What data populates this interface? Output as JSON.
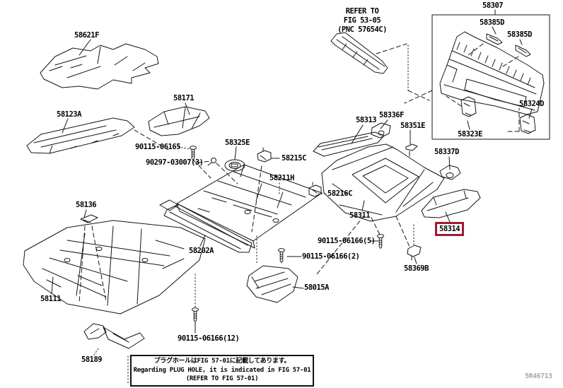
{
  "diagram": {
    "title": "floor-pan-and-lower-back-panel-parts-diagram",
    "ink_color": "#151515",
    "highlight_color": "#9e1b32",
    "doc_code": "5R46713",
    "refer_note": {
      "line1": "REFER TO",
      "line2": "FIG 53-05",
      "line3": "(PNC 57654C)"
    },
    "note_box": {
      "line_jp": "プラグホールはFIG 57-01に記載してあります。",
      "line_en": "Regarding PLUG HOLE, it is indicated in FIG 57-01",
      "line_ref": "(REFER TO FIG 57-01)"
    },
    "labels": [
      {
        "text": "58621F"
      },
      {
        "text": "58123A"
      },
      {
        "text": "58171"
      },
      {
        "text": "90115-06165"
      },
      {
        "text": "90297-03007(3)"
      },
      {
        "text": "58325E"
      },
      {
        "text": "58215C"
      },
      {
        "text": "58211H"
      },
      {
        "text": "58136"
      },
      {
        "text": "58202A"
      },
      {
        "text": "58216C"
      },
      {
        "text": "58311"
      },
      {
        "text": "58313"
      },
      {
        "text": "58336F"
      },
      {
        "text": "58351E"
      },
      {
        "text": "58307"
      },
      {
        "text": "58385D"
      },
      {
        "text": "58385D"
      },
      {
        "text": "58324D"
      },
      {
        "text": "58323E"
      },
      {
        "text": "58337D"
      },
      {
        "text": "58314"
      },
      {
        "text": "90115-06166(5)"
      },
      {
        "text": "90115-06166(2)"
      },
      {
        "text": "58369B"
      },
      {
        "text": "58015A"
      },
      {
        "text": "58111"
      },
      {
        "text": "90115-06166(12)"
      },
      {
        "text": "58189"
      }
    ]
  }
}
